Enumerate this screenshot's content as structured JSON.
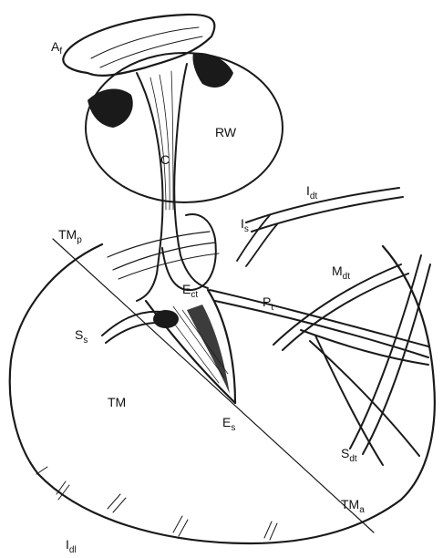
{
  "diagram": {
    "labels": {
      "Af": {
        "main": "A",
        "sub": "f"
      },
      "RW": {
        "main": "RW",
        "sub": ""
      },
      "C": {
        "main": "C",
        "sub": ""
      },
      "Idt": {
        "main": "I",
        "sub": "dt"
      },
      "Is": {
        "main": "I",
        "sub": "s"
      },
      "TMp": {
        "main": "TM",
        "sub": "p"
      },
      "Ect": {
        "main": "E",
        "sub": "ct"
      },
      "Mdt": {
        "main": "M",
        "sub": "dt"
      },
      "Pt": {
        "main": "P",
        "sub": "t"
      },
      "Ss": {
        "main": "S",
        "sub": "s"
      },
      "TM": {
        "main": "TM",
        "sub": ""
      },
      "Es": {
        "main": "E",
        "sub": "s"
      },
      "Sdt": {
        "main": "S",
        "sub": "dt"
      },
      "TMa": {
        "main": "TM",
        "sub": "a"
      },
      "Idl": {
        "main": "I",
        "sub": "dl"
      }
    },
    "colors": {
      "ink": "#1a1a1a",
      "paper": "#ffffff"
    }
  }
}
